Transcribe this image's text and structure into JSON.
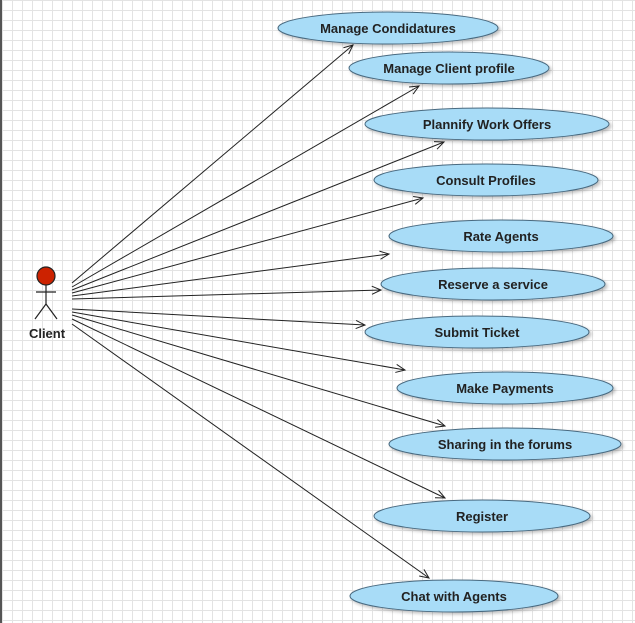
{
  "actor": {
    "name": "Client",
    "head_color": "#cc2200"
  },
  "usecase_fill": "#a8dcf7",
  "usecase_stroke": "#4a6a80",
  "use_cases": [
    {
      "id": "manage-condidatures",
      "label": "Manage Condidatures"
    },
    {
      "id": "manage-client-profile",
      "label": "Manage Client profile"
    },
    {
      "id": "plannify-work-offers",
      "label": "Plannify Work Offers"
    },
    {
      "id": "consult-profiles",
      "label": "Consult Profiles"
    },
    {
      "id": "rate-agents",
      "label": "Rate Agents"
    },
    {
      "id": "reserve-a-service",
      "label": "Reserve a service"
    },
    {
      "id": "submit-ticket",
      "label": "Submit Ticket"
    },
    {
      "id": "make-payments",
      "label": "Make Payments"
    },
    {
      "id": "sharing-in-the-forums",
      "label": "Sharing in the forums"
    },
    {
      "id": "register",
      "label": "Register"
    },
    {
      "id": "chat-with-agents",
      "label": "Chat with Agents"
    }
  ]
}
